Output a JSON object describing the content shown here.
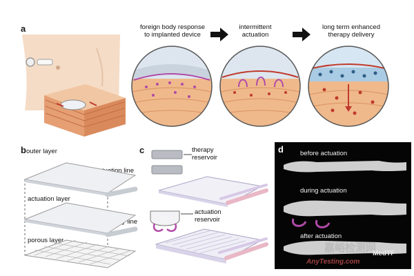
{
  "panels": {
    "a": {
      "letter": "a",
      "steps": [
        {
          "line1": "foreign body response",
          "line2": "to implanted device"
        },
        {
          "line1": "intermittent",
          "line2": "actuation"
        },
        {
          "line1": "long term enhanced",
          "line2": "therapy delivery"
        }
      ]
    },
    "b": {
      "letter": "b",
      "labels": {
        "outer_layer": "outer layer",
        "actuation_line": "actuation line",
        "actuation_layer": "actuation layer",
        "therapy_line": "therapy line",
        "porous_layer": "porous layer"
      }
    },
    "c": {
      "letter": "c",
      "labels": {
        "therapy_reservoir_1": "therapy",
        "therapy_reservoir_2": "reservoir",
        "actuation_reservoir_1": "actuation",
        "actuation_reservoir_2": "reservoir"
      }
    },
    "d": {
      "letter": "d",
      "labels": {
        "before": "before actuation",
        "during": "during actuation",
        "after": "after actuation"
      }
    }
  },
  "watermark": {
    "cn": "嘉峪检测网",
    "en": "AnyTesting.com",
    "brand": "MedTF"
  },
  "colors": {
    "tissue": "#e8a87c",
    "skin": "#f3c9a6",
    "fluid": "#cfe0ee",
    "device": "#e9ecf2",
    "accent_purple": "#b04aa8",
    "accent_red": "#c0392b"
  }
}
